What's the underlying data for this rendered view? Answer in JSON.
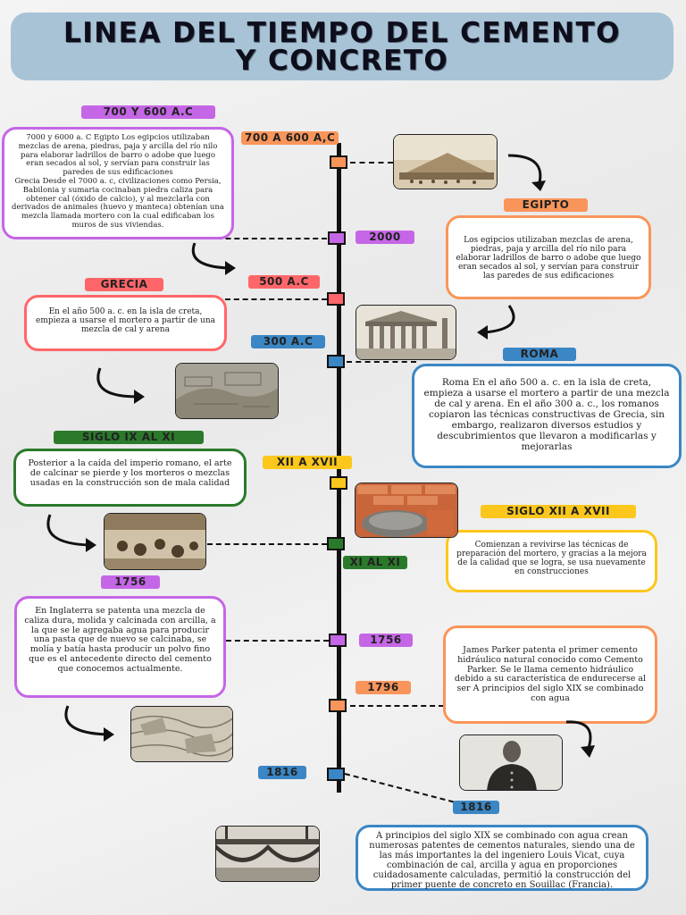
{
  "title": "LINEA DEL TIEMPO DEL CEMENTO\nY CONCRETO",
  "colors": {
    "purple": "#c566e6",
    "orange": "#f9955a",
    "red": "#ff6669",
    "blue": "#3b86c4",
    "green": "#2b7a2b",
    "yellow": "#fcc71c",
    "line": "#111111"
  },
  "timeline": {
    "tags": {
      "t700a600": "700 A 600 A,C",
      "t2000": "2000",
      "t500": "500 A.C",
      "t300": "300 A.C",
      "txii_xvii": "XII A XVII",
      "txi_xi": "XI AL XI",
      "t1756": "1756",
      "t1796": "1796",
      "t1816": "1816"
    }
  },
  "sections": {
    "s700": {
      "label": "700 Y 600 A.C",
      "text": "7000 y 6000 a. C Egipto Los egipcios utilizaban mezclas de arena, piedras, paja y arcilla del río nilo para elaborar ladrillos de barro o adobe que luego eran secados al sol, y servían para construir las paredes de sus edificaciones\nGrecia Desde el 7000 a. c, civilizaciones como Persia, Babilonia y sumaria cocinaban piedra caliza para obtener cal (óxido de calcio), y al mezclarla con derivados de animales (huevo y manteca) obtenían una mezcla llamada mortero con la cual edificaban los muros de sus viviendas."
    },
    "egipto": {
      "label": "EGIPTO",
      "text": "Los egipcios utilizaban mezclas de arena, piedras, paja y arcilla del río nilo para elaborar ladrillos de barro o adobe que luego eran secados al sol, y servían para construir las paredes de sus edificaciones"
    },
    "grecia": {
      "label": "GRECIA",
      "text": "En el año 500 a. c. en la isla de creta, empieza a usarse el mortero a partir de una mezcla de cal y arena"
    },
    "roma": {
      "label": "ROMA",
      "text": "Roma En el año 500 a. c. en la isla de creta, empieza a usarse el mortero a partir de una mezcla de cal y arena. En el año 300 a. c., los romanos copiaron las técnicas constructivas de Grecia, sin embargo, realizaron diversos estudios y descubrimientos que llevaron a modificarlas y mejorarlas"
    },
    "sigloix": {
      "label": "SIGLO IX AL XI",
      "text": "Posterior a la caída del imperio romano, el arte de calcinar se pierde y los morteros o mezclas usadas en la construcción son de mala calidad"
    },
    "sigloxii": {
      "label": "SIGLO XII A XVII",
      "text": "Comienzan a revivirse las técnicas de preparación del mortero, y gracias a la mejora de la calidad que se logra, se usa nuevamente en construcciones"
    },
    "s1756": {
      "label": "1756",
      "text": "En Inglaterra se patenta una mezcla de caliza dura, molida y calcinada con arcilla, a la que se le agregaba agua para producir una pasta que de nuevo se calcinaba, se molía y batía hasta producir un polvo fino que es el antecedente directo del cemento que conocemos actualmente."
    },
    "s1796": {
      "text": "James Parker patenta el primer cemento hidráulico natural conocido como Cemento Parker. Se le llama cemento hidráulico debido a su característica de endurecerse al ser A principios del siglo XIX se combinado con agua"
    },
    "s1816": {
      "label": "1816",
      "text": "A principios del siglo XIX se combinado con agua crean numerosas patentes de cementos naturales, siendo una de las más importantes la del ingeniero Louis Vicat, cuya combinación de cal, arcilla y agua en proporciones cuidadosamente calculadas, permitió la construcción del primer puente de concreto en Souillac (Francia)."
    }
  },
  "photos": {
    "egypt": "egyptian-building-photo",
    "temple": "greek-temple-photo",
    "ruins": "roman-ruins-photo",
    "bricks": "bricks-mortar-photo",
    "medieval": "medieval-scene-photo",
    "stones": "limestone-photo",
    "parker": "james-parker-portrait",
    "bridge": "souillac-bridge-photo"
  }
}
